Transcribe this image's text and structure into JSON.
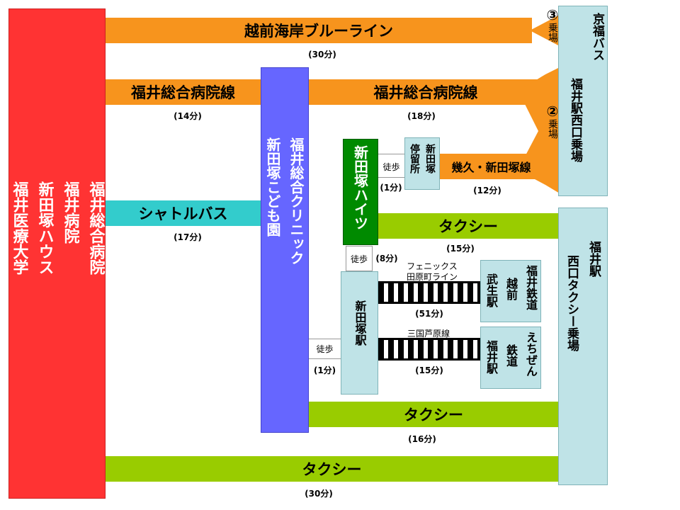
{
  "hospital": {
    "col1": "福井総合病院",
    "col2": "福井病院",
    "col3": "新田塚ハウス",
    "col4": "福井医療大学"
  },
  "clinic": {
    "col1": "福井総合クリニック",
    "col2": "新田塚こども園"
  },
  "heights": {
    "label": "新田塚ハイツ"
  },
  "station": {
    "label": "新田塚駅"
  },
  "stop": {
    "col1": "新田塚",
    "col2": "停留所"
  },
  "routes": {
    "blueline": {
      "label": "越前海岸ブルーライン",
      "time": "(30分)"
    },
    "hospital_left": {
      "label": "福井総合病院線",
      "time": "(14分)"
    },
    "hospital_right": {
      "label": "福井総合病院線",
      "time": "(18分)"
    },
    "shuttle": {
      "label": "シャトルバス",
      "time": "(17分)"
    },
    "ikuhisa": {
      "label": "幾久・新田塚線",
      "time": "(12分)"
    },
    "taxi_heights": {
      "label": "タクシー",
      "time": "(15分)"
    },
    "taxi_station": {
      "label": "タクシー",
      "time": "(16分)"
    },
    "taxi_bottom": {
      "label": "タクシー",
      "time": "(30分)"
    }
  },
  "walks": {
    "to_stop": {
      "label": "徒歩",
      "time": "(1分)"
    },
    "heights_station": {
      "label": "徒歩",
      "time": "(8分)"
    },
    "clinic_station": {
      "label": "徒歩",
      "time": "(1分)"
    }
  },
  "rail_lines": {
    "phoenix": {
      "line1": "フェニックス",
      "line2": "田原町ライン",
      "time": "(51分)"
    },
    "mikuni": {
      "label": "三国芦原線",
      "time": "(15分)"
    }
  },
  "dest_boxes": {
    "takefu": {
      "col1": "福井鉄道",
      "col2": "越前",
      "col3": "武生駅"
    },
    "fukui_echizen": {
      "col1": "えちぜん",
      "col2": "鉄道",
      "col3": "福井駅"
    }
  },
  "bus_terminal": {
    "col1": "京福バス",
    "col2": "福井駅西口乗場",
    "stop3_num": "③",
    "stop3_label": "乗場",
    "stop2_num": "②",
    "stop2_label": "乗場"
  },
  "taxi_terminal": {
    "col1": "福井駅",
    "col2": "西口タクシー乗場"
  },
  "colors": {
    "hospital": "#ff3333",
    "clinic": "#6666ff",
    "heights": "#008a00",
    "route_orange": "#f7941d",
    "taxi_green": "#99cc00",
    "shuttle_teal": "#33cccc",
    "terminal": "#bfe3e7"
  }
}
